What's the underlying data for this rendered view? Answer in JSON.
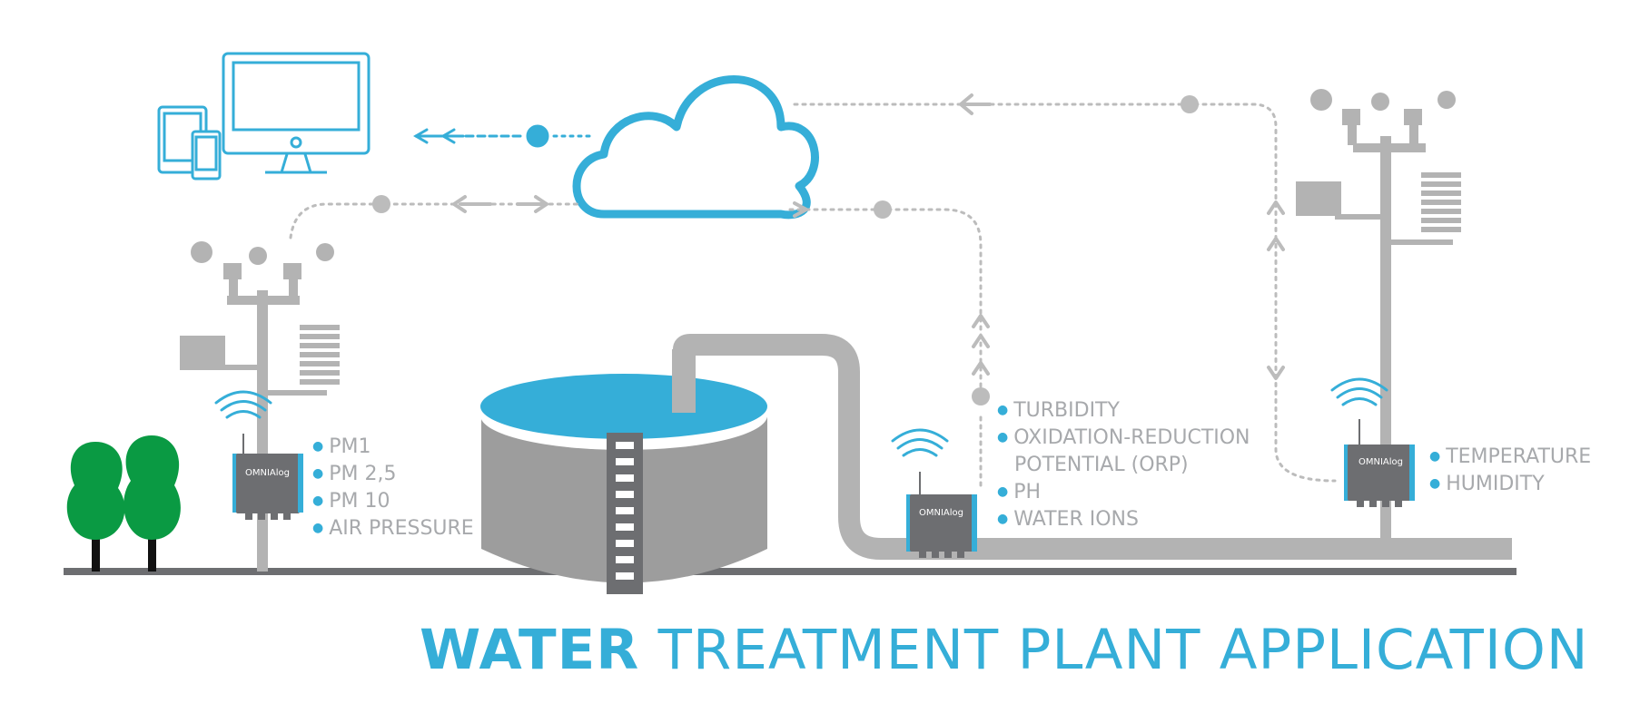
{
  "title": {
    "bold": "WATER",
    "rest": "TREATMENT PLANT APPLICATION"
  },
  "device_brand": "OMNIAlog",
  "sensors": {
    "air_quality": [
      "PM1",
      "PM 2,5",
      "PM 10",
      "AIR PRESSURE"
    ],
    "water_quality": [
      "TURBIDITY",
      "OXIDATION-REDUCTION",
      "POTENTIAL (ORP)",
      "PH",
      "WATER IONS"
    ],
    "weather": [
      "TEMPERATURE",
      "HUMIDITY"
    ]
  },
  "colors": {
    "accent": "#35aed8",
    "gray": "#a7a9ac",
    "dark_gray": "#6d6e71",
    "tree_green": "#0a9a43",
    "ground": "#6d6e71"
  },
  "icons": [
    "monitor-icon",
    "tablet-icon",
    "phone-icon",
    "cloud-icon",
    "wifi-icon",
    "weather-station-icon",
    "tree-icon",
    "water-tank-icon",
    "data-logger-icon"
  ]
}
